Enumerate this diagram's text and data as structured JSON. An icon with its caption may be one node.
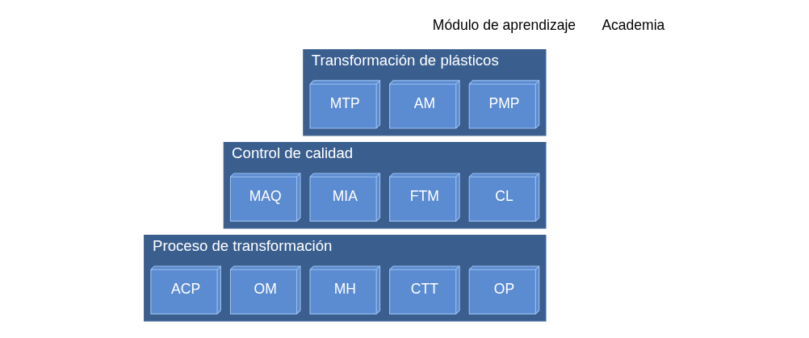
{
  "diagram": {
    "nodes": [
      {
        "text": [
          "Transformación de plásticos"
        ]
      },
      {
        "text": [
          "PMP"
        ],
        "in": 0
      },
      {
        "text": [
          "AM"
        ],
        "in": 0
      },
      {
        "text": [
          "MTP"
        ],
        "in": 0
      },
      {
        "text": [
          "Control de calidad"
        ]
      },
      {
        "text": [
          "CL"
        ],
        "in": 4
      },
      {
        "text": [
          "FTM"
        ],
        "in": 4
      },
      {
        "text": [
          "MIA"
        ],
        "in": 4
      },
      {
        "text": [
          "MAQ"
        ],
        "in": 4
      },
      {
        "text": [
          "Proceso de transformación"
        ]
      },
      {
        "text": [
          "OP"
        ],
        "in": 9
      },
      {
        "text": [
          "CTT"
        ],
        "in": 9
      },
      {
        "text": [
          "MH"
        ],
        "in": 9
      },
      {
        "text": [
          "OM"
        ],
        "in": 9
      },
      {
        "text": [
          "ACP"
        ],
        "in": 9
      }
    ],
    "labels": [
      "Academia",
      "Módulo de aprendizaje"
    ]
  }
}
